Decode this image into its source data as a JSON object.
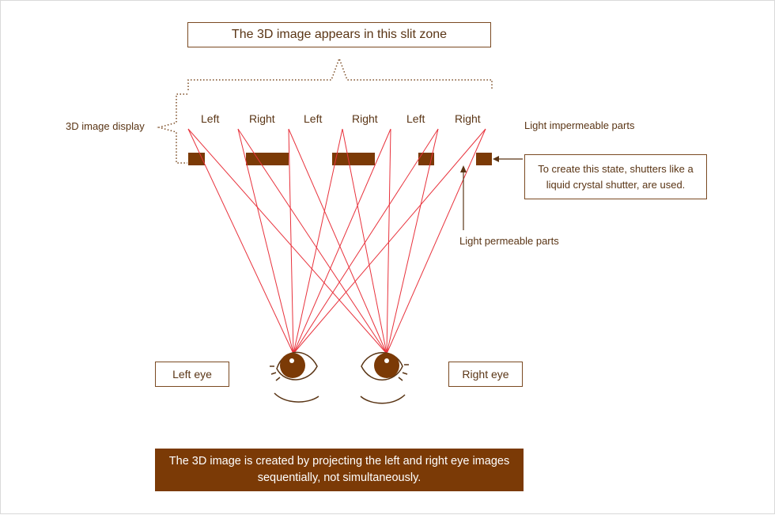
{
  "title": "The 3D image appears in this slit zone",
  "display_label": "3D image display",
  "slit_labels": [
    "Left",
    "Right",
    "Left",
    "Right",
    "Left",
    "Right"
  ],
  "impermeable_label": "Light impermeable parts",
  "permeable_label": "Light permeable parts",
  "shutter_note": "To create this state, shutters like a liquid crystal shutter, are used.",
  "left_eye_label": "Left eye",
  "right_eye_label": "Right eye",
  "caption": "The 3D image is created by projecting the left and right eye images sequentially, not simultaneously.",
  "colors": {
    "brown": "#7b3a06",
    "text": "#5a3515",
    "ray": "#e8323c"
  }
}
